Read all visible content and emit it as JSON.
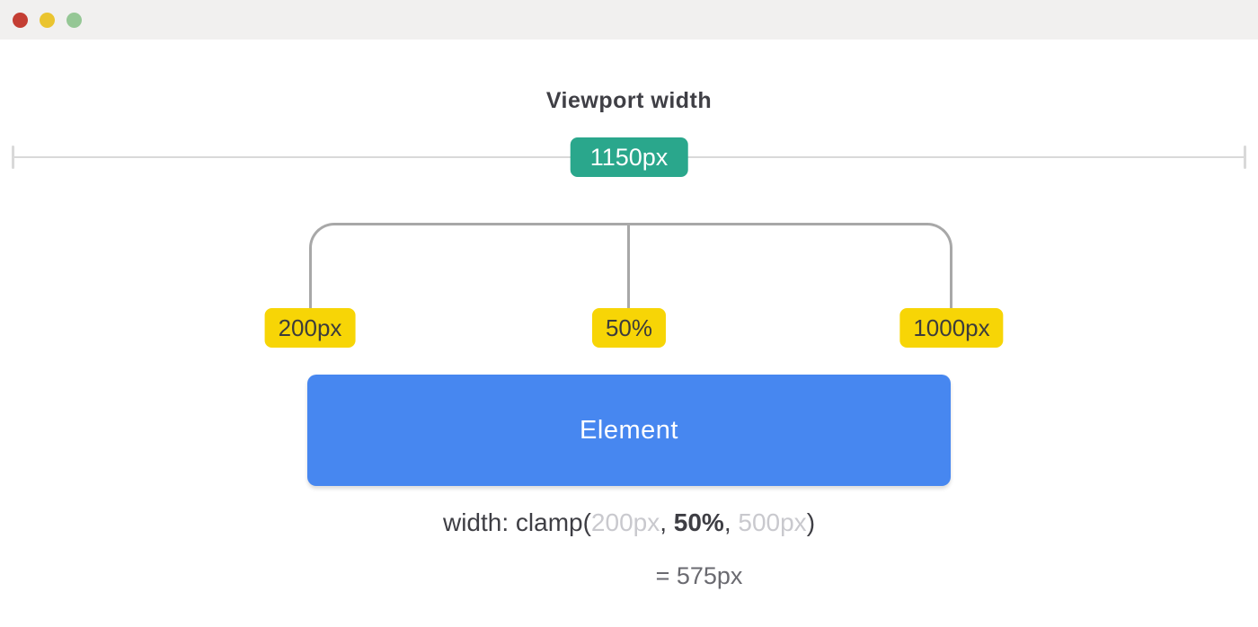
{
  "diagram": {
    "title": "Viewport width",
    "viewport_badge": "1150px",
    "bracket_labels": {
      "min": "200px",
      "preferred": "50%",
      "max": "1000px"
    },
    "element_label": "Element",
    "code": {
      "prefix": "width: clamp(",
      "min": "200px",
      "sep1": ", ",
      "preferred": "50%",
      "sep2": ", ",
      "max": "500px",
      "suffix": ")"
    },
    "result": "= 575px"
  },
  "colors": {
    "titlebar-bg": "#f1f0ef",
    "traffic-red": "#c43e33",
    "traffic-yellow": "#eac42f",
    "traffic-green": "#95c795",
    "ruler-gray": "#d9d9d9",
    "teal": "#2aa78c",
    "bracket-gray": "#a8a8a8",
    "label-yellow": "#f7d506",
    "element-blue": "#4787f0",
    "code-dark": "#3e3e44",
    "code-muted": "#c9c9ce",
    "result-gray": "#6a6a70"
  }
}
